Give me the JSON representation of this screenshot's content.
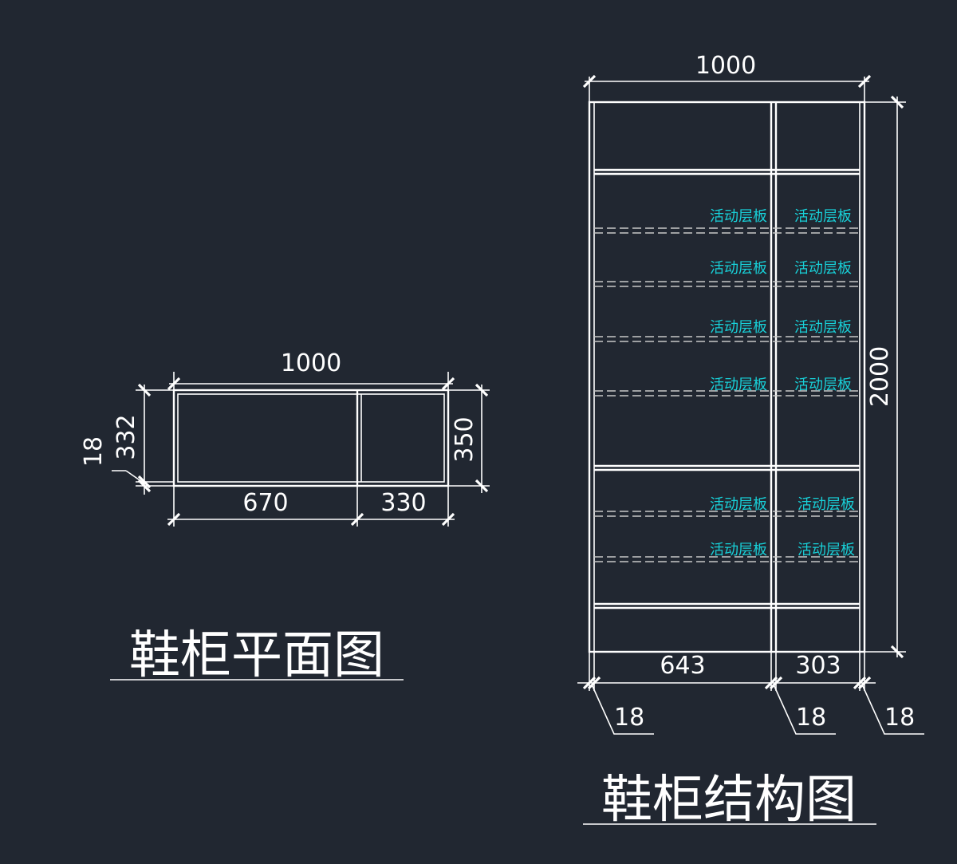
{
  "colors": {
    "background": "#212731",
    "line": "#ffffff",
    "dashed_shelf": "#c8c8c8",
    "shelf_label": "#18d0d8"
  },
  "plan_view": {
    "title": "鞋柜平面图",
    "dim_total_width": "1000",
    "dim_depth_outer": "350",
    "dim_depth_inner": "332",
    "dim_board": "18",
    "dim_left_width": "670",
    "dim_right_width": "330"
  },
  "structure_view": {
    "title": "鞋柜结构图",
    "dim_total_width": "1000",
    "dim_height": "2000",
    "dim_left_width": "643",
    "dim_right_width": "303",
    "dim_board_left": "18",
    "dim_board_mid": "18",
    "dim_board_right": "18",
    "shelf_labels": [
      {
        "left": "活动层板",
        "right": "活动层板"
      },
      {
        "left": "活动层板",
        "right": "活动层板"
      },
      {
        "left": "活动层板",
        "right": "活动层板"
      },
      {
        "left": "活动层板",
        "right": "活动层板"
      },
      {
        "left": "活动层板",
        "right": "活动层板"
      },
      {
        "left": "活动层板",
        "right": "活动层板"
      }
    ]
  }
}
